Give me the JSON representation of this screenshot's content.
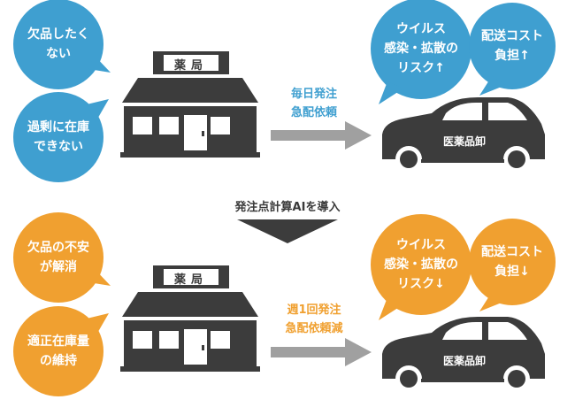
{
  "colors": {
    "blue": "#3f9fd0",
    "orange": "#f0a030",
    "dark": "#3c3c3c",
    "gray_arrow": "#a0a0a0"
  },
  "top": {
    "pharmacy_bubbles": [
      "欠品したく\nない",
      "過剰に在庫\nできない"
    ],
    "store_sign": "薬局",
    "flow_label": "毎日発注\n急配依頼",
    "car_label": "医薬品卸",
    "wholesaler_bubbles": [
      "ウイルス\n感染・拡散の\nリスク↑",
      "配送コスト\n負担↑"
    ]
  },
  "transition": {
    "label": "発注点計算AIを導入"
  },
  "bottom": {
    "pharmacy_bubbles": [
      "欠品の不安\nが解消",
      "適正在庫量\nの維持"
    ],
    "store_sign": "薬局",
    "flow_label": "週1回発注\n急配依頼減",
    "car_label": "医薬品卸",
    "wholesaler_bubbles": [
      "ウイルス\n感染・拡散の\nリスク↓",
      "配送コスト\n負担↓"
    ]
  }
}
